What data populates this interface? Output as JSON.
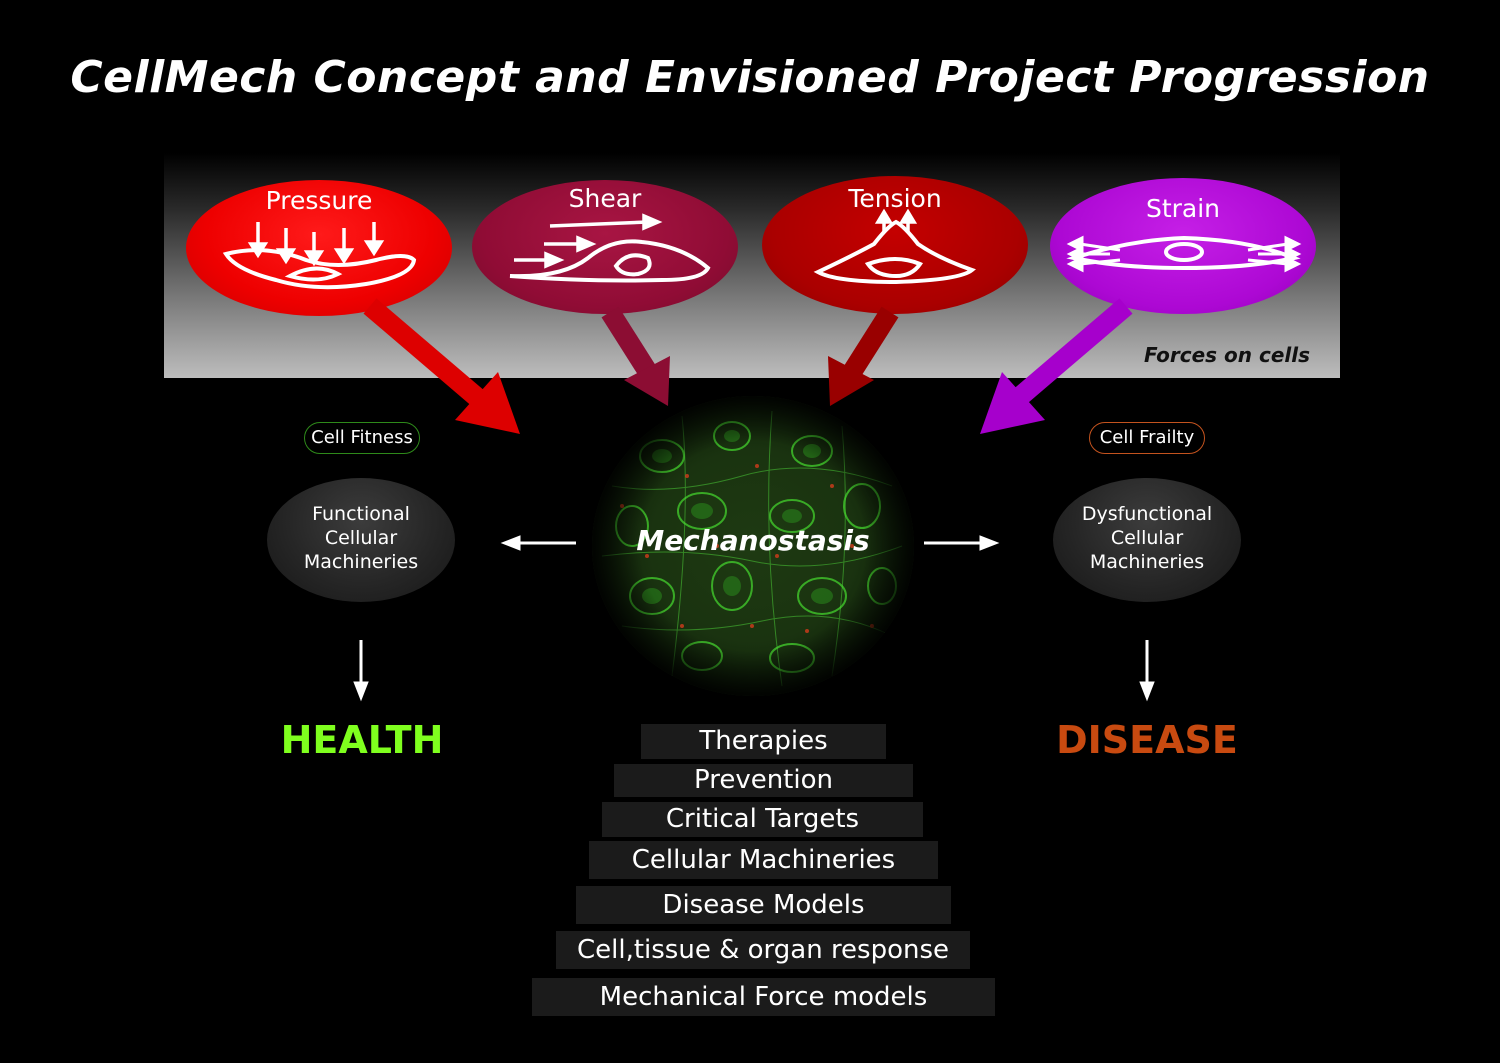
{
  "title": "CellMech Concept  and Envisioned Project Progression",
  "forces": {
    "caption": "Forces on cells",
    "items": [
      {
        "label": "Pressure",
        "color": "#ff0000"
      },
      {
        "label": "Shear",
        "color": "#9c0f3a"
      },
      {
        "label": "Tension",
        "color": "#b00000"
      },
      {
        "label": "Strain",
        "color": "#b400d8"
      }
    ]
  },
  "left": {
    "tag": "Cell Fitness",
    "machinery_lines": [
      "Functional",
      "Cellular",
      "Machineries"
    ],
    "outcome": "HEALTH",
    "outcome_color": "#7fff1e",
    "tag_border_color": "#2e8a1a"
  },
  "center": {
    "label": "Mechanostasis"
  },
  "right": {
    "tag": "Cell Frailty",
    "machinery_lines": [
      "Dysfunctional",
      "Cellular",
      "Machineries"
    ],
    "outcome": "DISEASE",
    "outcome_color": "#c84a10",
    "tag_border_color": "#c4531e"
  },
  "progression": [
    "Therapies",
    "Prevention",
    "Critical Targets",
    "Cellular Machineries",
    "Disease Models",
    "Cell,tissue & organ response",
    "Mechanical Force models"
  ]
}
